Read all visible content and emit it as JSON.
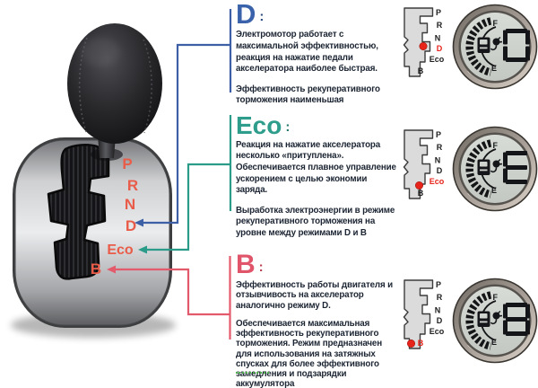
{
  "colors": {
    "d_blue": "#3a62ab",
    "eco_teal": "#2f9d8c",
    "b_red": "#e0556a",
    "indicator_red": "#e8231a",
    "shifter_label_red": "#e95c49",
    "body_text": "#1c2533"
  },
  "shifter": {
    "gate_labels": [
      "P",
      "R",
      "N",
      "D",
      "Eco",
      "B"
    ]
  },
  "sections": [
    {
      "mode": "D",
      "title": "D",
      "colon": ":",
      "p1": [
        "Электромотор работает с",
        "максимальной эффективностью,",
        "реакция на нажатие педали",
        "акселератора наиболее быстрая."
      ],
      "p2": [
        "Эффективность рекуперативного",
        "торможения наименьшая"
      ]
    },
    {
      "mode": "Eco",
      "title": "Eco",
      "colon": ":",
      "p1": [
        "Реакция на нажатие акселератора",
        "несколько «притуплена».",
        "Обеспечивается плавное управление",
        "ускорением с целью экономии",
        "заряда."
      ],
      "p2": [
        "Выработка электроэнергии в режиме",
        "рекуперативного торможения на",
        "уровне между режимами D и B"
      ]
    },
    {
      "mode": "B",
      "title": "B",
      "colon": ":",
      "p1": [
        "Эффективность работы двигателя и",
        "отзывчивость на акселератор",
        "аналогично режиму D."
      ],
      "p2": [
        "Обеспечивается максимальная",
        "эффективность рекуперативного",
        "торможения. Режим предназначен",
        "для использования на затяжных",
        "спусках для более эффективного",
        "замедления и подзарядки",
        "аккумулятора"
      ]
    }
  ],
  "indicator_rows": [
    {
      "gate_labels": [
        "P",
        "R",
        "N",
        "D",
        "Eco",
        "B"
      ],
      "active_mode": "D",
      "gauge": {
        "top_label": "F",
        "bottom_label": "E",
        "letter": "D",
        "segments": [
          "A",
          "B",
          "C",
          "D",
          "E",
          "F"
        ]
      }
    },
    {
      "gate_labels": [
        "P",
        "R",
        "N",
        "D",
        "Eco",
        "B"
      ],
      "active_mode": "Eco",
      "gauge": {
        "top_label": "F",
        "bottom_label": "E",
        "letter": "E",
        "segments": [
          "A",
          "D",
          "E",
          "F",
          "G"
        ]
      }
    },
    {
      "gate_labels": [
        "P",
        "R",
        "N",
        "D",
        "Eco",
        "B"
      ],
      "active_mode": "B",
      "gauge": {
        "top_label": "F",
        "bottom_label": "E",
        "letter": "B",
        "segments": [
          "A",
          "B",
          "C",
          "D",
          "E",
          "F",
          "G"
        ]
      }
    }
  ]
}
